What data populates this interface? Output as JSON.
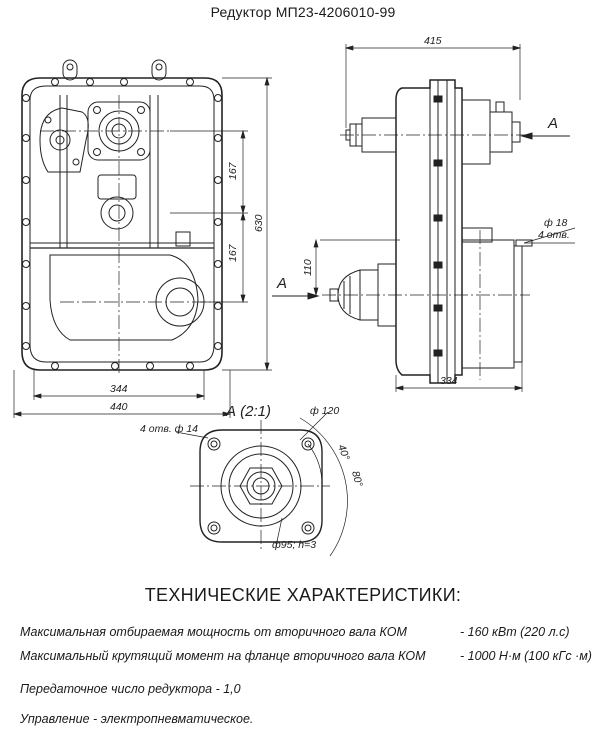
{
  "title": "Редуктор МП23-4206010-99",
  "dimensions": {
    "d415": "415",
    "d167a": "167",
    "d167b": "167",
    "d630": "630",
    "d110": "110",
    "d344": "344",
    "d440": "440",
    "d334": "334",
    "d18": "ф 18",
    "holes4": "4 отв.",
    "d120": "ф 120",
    "holes14": "4 отв. ф 14",
    "a40": "40°",
    "a80": "80°",
    "d95": "ф95; h=3"
  },
  "labels": {
    "arrowA1": "А",
    "arrowA2": "А",
    "viewA": "А (2:1)"
  },
  "specs": {
    "heading": "ТЕХНИЧЕСКИЕ ХАРАКТЕРИСТИКИ:",
    "rows": [
      {
        "label": "Максимальная отбираемая мощность от вторичного вала КОМ",
        "value": "- 160 кВт (220 л.с)"
      },
      {
        "label": "Максимальный крутящий момент на фланце вторичного вала КОМ",
        "value": "- 1000 Н·м (100 кГс ·м)"
      },
      {
        "label": "Передаточное число редуктора - 1,0",
        "value": ""
      },
      {
        "label": "Управление - электропневматическое.",
        "value": ""
      }
    ]
  }
}
